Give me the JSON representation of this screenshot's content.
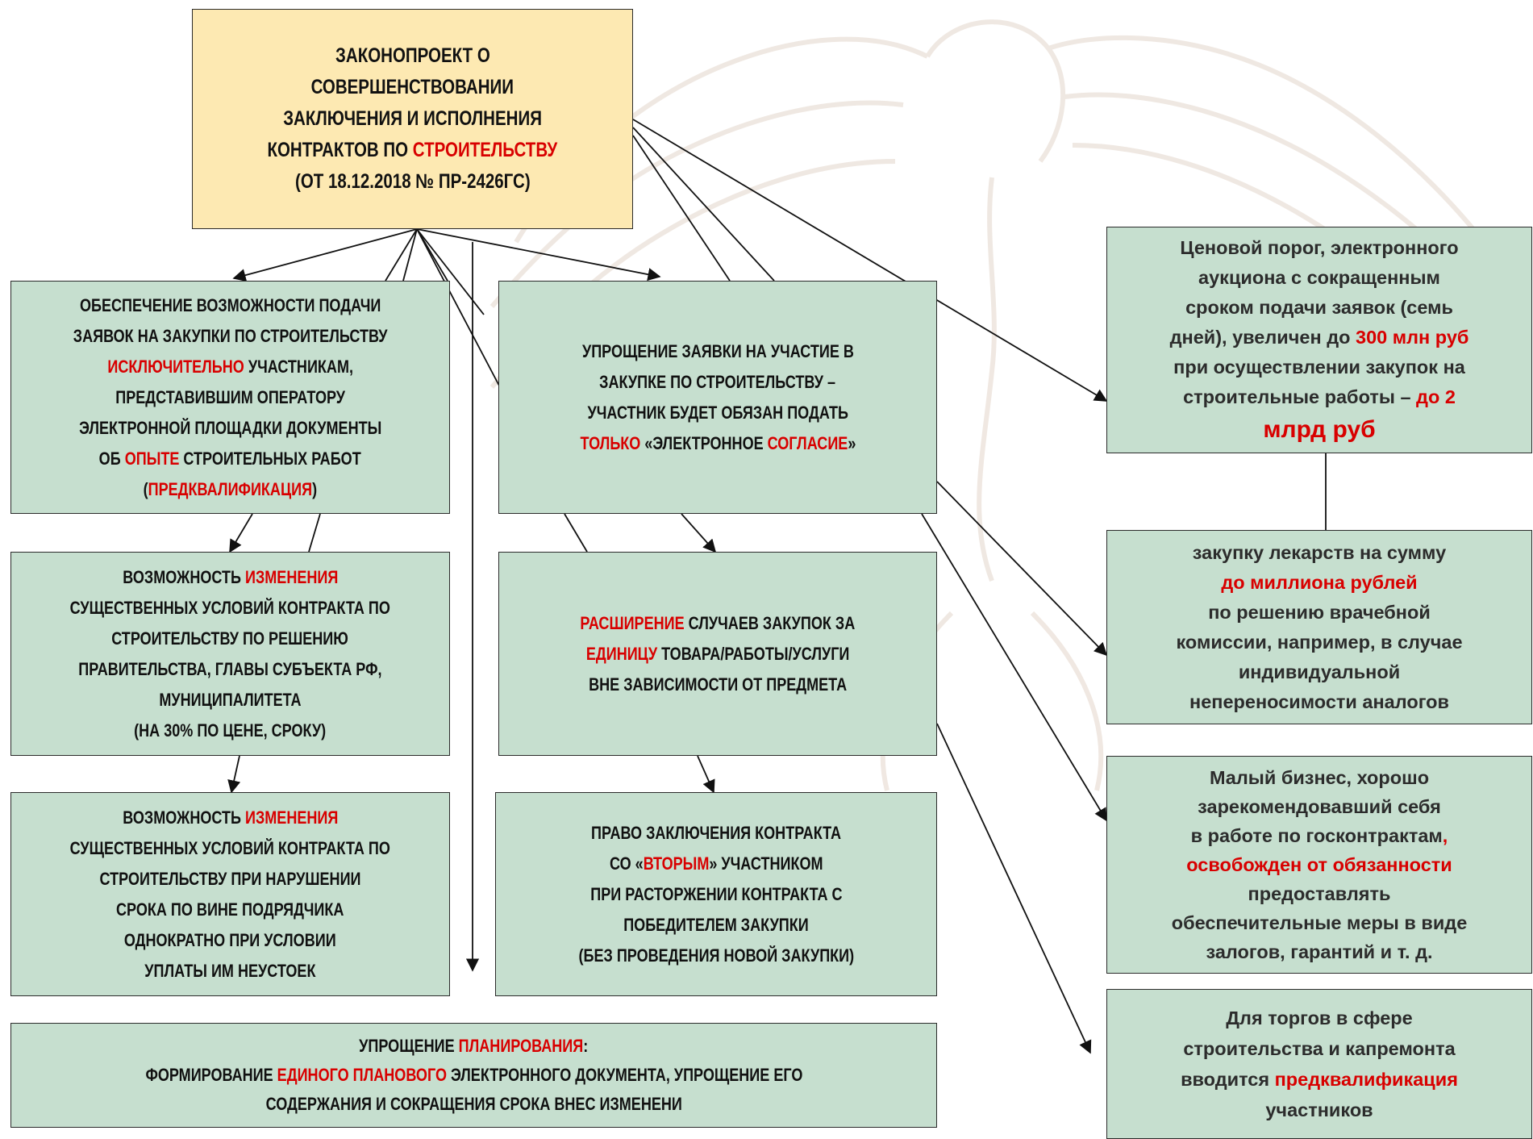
{
  "colors": {
    "box_fill": "#c6dfcf",
    "title_fill": "#fde9b2",
    "accent_red": "#d80000",
    "line": "#111111"
  },
  "title": {
    "l1": "ЗАКОНОПРОЕКТ О",
    "l2": "СОВЕРШЕНСТВОВАНИИ",
    "l3": "ЗАКЛЮЧЕНИЯ И ИСПОЛНЕНИЯ",
    "l4a": "КОНТРАКТОВ ПО ",
    "l4b": "СТРОИТЕЛЬСТВУ",
    "l5": "(ОТ 18.12.2018 № ПР-2426ГС)"
  },
  "box_prequal": {
    "l1": "ОБЕСПЕЧЕНИЕ ВОЗМОЖНОСТИ ПОДАЧИ",
    "l2": "ЗАЯВОК НА ЗАКУПКИ ПО СТРОИТЕЛЬСТВУ",
    "l3a": "ИСКЛЮЧИТЕЛЬНО",
    "l3b": " УЧАСТНИКАМ,",
    "l4": "ПРЕДСТАВИВШИМ ОПЕРАТОРУ",
    "l5": "ЭЛЕКТРОННОЙ ПЛОЩАДКИ ДОКУМЕНТЫ",
    "l6a": "ОБ ",
    "l6b": "ОПЫТЕ",
    "l6c": " СТРОИТЕЛЬНЫХ РАБОТ",
    "l7a": "(",
    "l7b": "ПРЕДКВАЛИФИКАЦИЯ",
    "l7c": ")"
  },
  "box_simplify_app": {
    "l1": "УПРОЩЕНИЕ ЗАЯВКИ НА УЧАСТИЕ В",
    "l2": "ЗАКУПКЕ ПО СТРОИТЕЛЬСТВУ –",
    "l3": "УЧАСТНИК БУДЕТ ОБЯЗАН ПОДАТЬ",
    "l4a": "ТОЛЬКО",
    "l4b": " «ЭЛЕКТРОННОЕ ",
    "l4c": "СОГЛАСИЕ",
    "l4d": "»"
  },
  "box_change_1": {
    "l1a": "ВОЗМОЖНОСТЬ ",
    "l1b": "ИЗМЕНЕНИЯ",
    "l2": "СУЩЕСТВЕННЫХ УСЛОВИЙ КОНТРАКТА ПО",
    "l3": "СТРОИТЕЛЬСТВУ ПО РЕШЕНИЮ",
    "l4": "ПРАВИТЕЛЬСТВА, ГЛАВЫ СУБЪЕКТА РФ,",
    "l5": "МУНИЦИПАЛИТЕТА",
    "l6": "(НА 30% ПО ЦЕНЕ, СРОКУ)"
  },
  "box_expand": {
    "l1a": "РАСШИРЕНИЕ",
    "l1b": " СЛУЧАЕВ ЗАКУПОК ЗА",
    "l2a": "ЕДИНИЦУ",
    "l2b": " ТОВАРА/РАБОТЫ/УСЛУГИ",
    "l3": "ВНЕ ЗАВИСИМОСТИ ОТ ПРЕДМЕТА"
  },
  "box_change_2": {
    "l1a": "ВОЗМОЖНОСТЬ ",
    "l1b": "ИЗМЕНЕНИЯ",
    "l2": "СУЩЕСТВЕННЫХ УСЛОВИЙ КОНТРАКТА ПО",
    "l3": "СТРОИТЕЛЬСТВУ ПРИ НАРУШЕНИИ",
    "l4": "СРОКА ПО ВИНЕ ПОДРЯДЧИКА",
    "l5": "ОДНОКРАТНО ПРИ УСЛОВИИ",
    "l6": "УПЛАТЫ ИМ НЕУСТОЕК"
  },
  "box_second": {
    "l1": "ПРАВО ЗАКЛЮЧЕНИЯ КОНТРАКТА",
    "l2a": "СО «",
    "l2b": "ВТОРЫМ",
    "l2c": "» УЧАСТНИКОМ",
    "l3": "ПРИ РАСТОРЖЕНИИ КОНТРАКТА С",
    "l4": "ПОБЕДИТЕЛЕМ ЗАКУПКИ",
    "l5": "(БЕЗ ПРОВЕДЕНИЯ НОВОЙ ЗАКУПКИ)"
  },
  "box_planning": {
    "l1a": "УПРОЩЕНИЕ ",
    "l1b": "ПЛАНИРОВАНИЯ",
    "l1c": ":",
    "l2a": "ФОРМИРОВАНИЕ ",
    "l2b": "ЕДИНОГО ПЛАНОВОГО",
    "l2c": " ЭЛЕКТРОННОГО ДОКУМЕНТА, УПРОЩЕНИЕ ЕГО",
    "l3": "СОДЕРЖАНИЯ И СОКРАЩЕНИЯ СРОКА ВНЕС ИЗМЕНЕНИ"
  },
  "box_threshold": {
    "l1": "Ценовой порог, электронного",
    "l2": "аукциона с сокращенным",
    "l3": "сроком подачи заявок (семь",
    "l4a": "дней), увеличен до ",
    "l4b": "300 млн руб",
    "l5": "при осуществлении закупок на",
    "l6a": "строительные работы – ",
    "l6b": "до 2",
    "l7": "млрд руб"
  },
  "box_medicine": {
    "l1": "закупку лекарств на сумму",
    "l2": "до миллиона рублей",
    "l3": "по решению врачебной",
    "l4": "комиссии, например, в случае",
    "l5": "индивидуальной",
    "l6": "непереносимости аналогов"
  },
  "box_small_biz": {
    "l1": "Малый бизнес, хорошо",
    "l2": "зарекомендовавший себя",
    "l3a": "в работе по госконтрактам",
    "l3b": ",",
    "l4": "освобожден от обязанности",
    "l5": "предоставлять",
    "l6": "обеспечительные меры в виде",
    "l7": "залогов, гарантий и т. д."
  },
  "box_torg": {
    "l1": "Для торгов в сфере",
    "l2": "строительства и капремонта",
    "l3a": "вводится ",
    "l3b": "предквалификация",
    "l4": "участников"
  }
}
